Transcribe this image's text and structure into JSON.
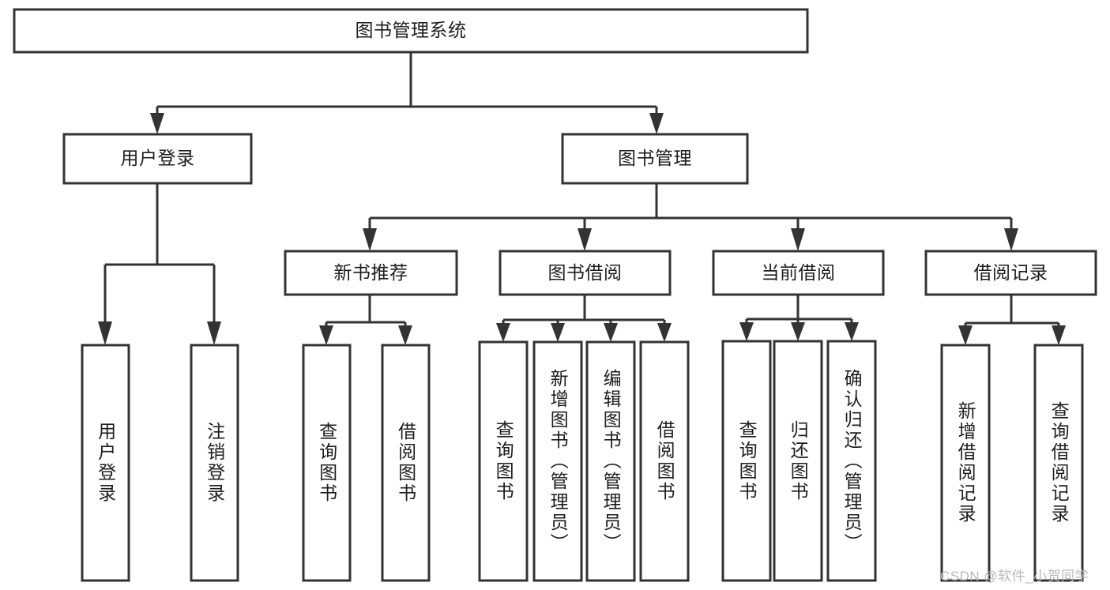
{
  "diagram": {
    "title": "图书管理系统",
    "watermark": "CSDN @软件_小贺同学",
    "stroke_color": "#333333",
    "fill_color": "#ffffff",
    "text_color": "#1d1d1d",
    "nodes": {
      "root": "图书管理系统",
      "level2": {
        "user_login": "用户登录",
        "book_manage": "图书管理"
      },
      "level3": {
        "new_book_rec": "新书推荐",
        "book_borrow": "图书借阅",
        "current_borrow": "当前借阅",
        "borrow_record": "借阅记录"
      },
      "leaves": {
        "user_login_1": "用户登录",
        "user_login_2": "注销登录",
        "new_book_rec_1": "查询图书",
        "new_book_rec_2": "借阅图书",
        "book_borrow_1": "查询图书",
        "book_borrow_2": "新增图书（管理员）",
        "book_borrow_3": "编辑图书（管理员）",
        "book_borrow_4": "借阅图书",
        "current_borrow_1": "查询图书",
        "current_borrow_2": "归还图书",
        "current_borrow_3": "确认归还（管理员）",
        "borrow_record_1": "新增借阅记录",
        "borrow_record_2": "查询借阅记录"
      }
    }
  }
}
